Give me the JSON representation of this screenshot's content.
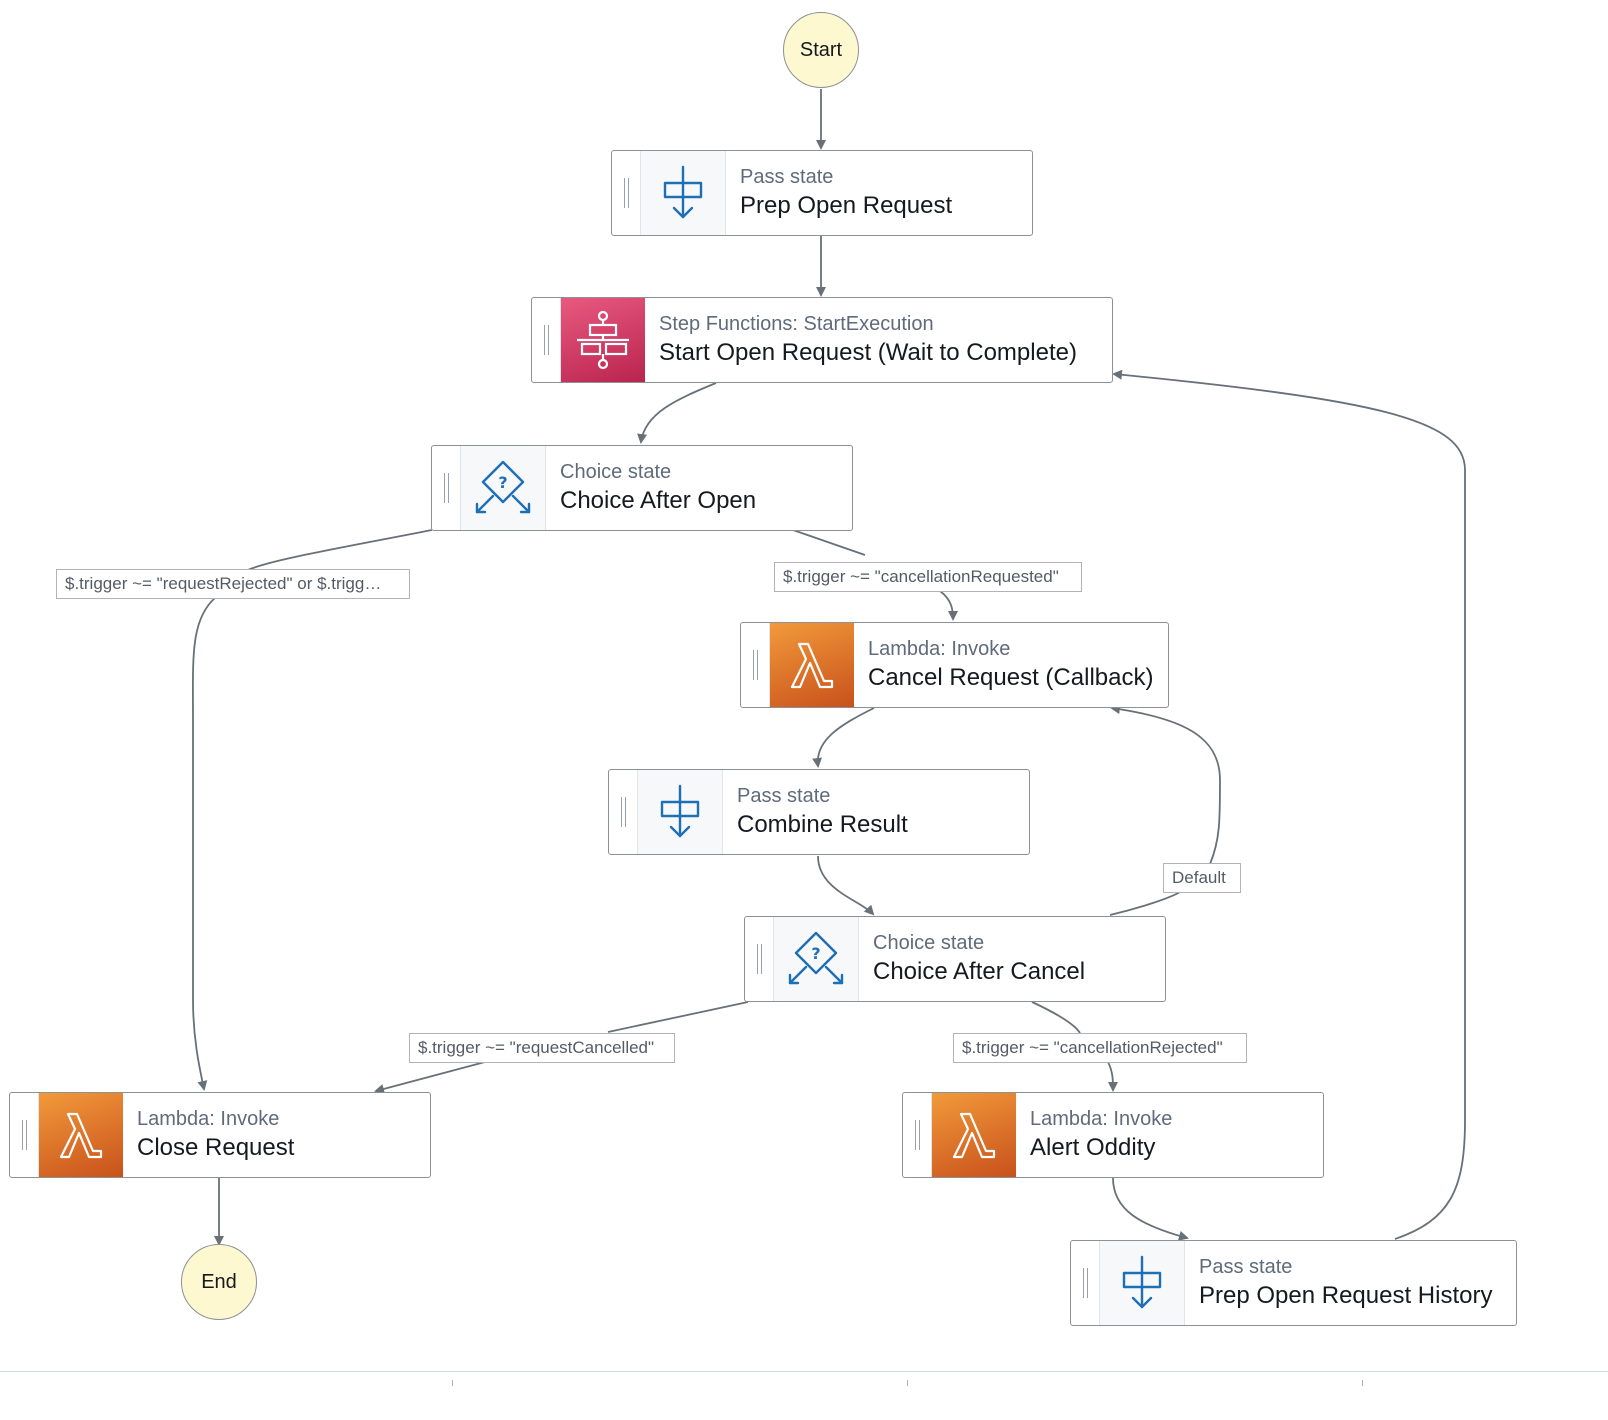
{
  "terminals": {
    "start": "Start",
    "end": "End"
  },
  "states": {
    "prep_open": {
      "type": "Pass state",
      "name": "Prep Open Request",
      "icon": "pass-state-icon"
    },
    "start_open": {
      "type": "Step Functions: StartExecution",
      "name": "Start Open Request (Wait to Complete)",
      "icon": "step-functions-icon"
    },
    "choice_open": {
      "type": "Choice state",
      "name": "Choice After Open",
      "icon": "choice-state-icon"
    },
    "cancel_req": {
      "type": "Lambda: Invoke",
      "name": "Cancel Request (Callback)",
      "icon": "lambda-icon"
    },
    "combine": {
      "type": "Pass state",
      "name": "Combine Result",
      "icon": "pass-state-icon"
    },
    "choice_cancel": {
      "type": "Choice state",
      "name": "Choice After Cancel",
      "icon": "choice-state-icon"
    },
    "close_req": {
      "type": "Lambda: Invoke",
      "name": "Close Request",
      "icon": "lambda-icon"
    },
    "alert": {
      "type": "Lambda: Invoke",
      "name": "Alert Oddity",
      "icon": "lambda-icon"
    },
    "prep_history": {
      "type": "Pass state",
      "name": "Prep Open Request History",
      "icon": "pass-state-icon"
    }
  },
  "edge_labels": {
    "rejected": "$.trigger ~= \"requestRejected\" or $.trigg…",
    "cancellation_requested": "$.trigger ~= \"cancellationRequested\"",
    "default": "Default",
    "request_cancelled": "$.trigger ~= \"requestCancelled\"",
    "cancellation_rejected": "$.trigger ~= \"cancellationRejected\""
  },
  "colors": {
    "terminal_fill": "#fdf8cf",
    "edge": "#687078",
    "pass_icon": "#1f6fb5",
    "step_functions": "#c7305f",
    "lambda": "#e07b2a"
  }
}
